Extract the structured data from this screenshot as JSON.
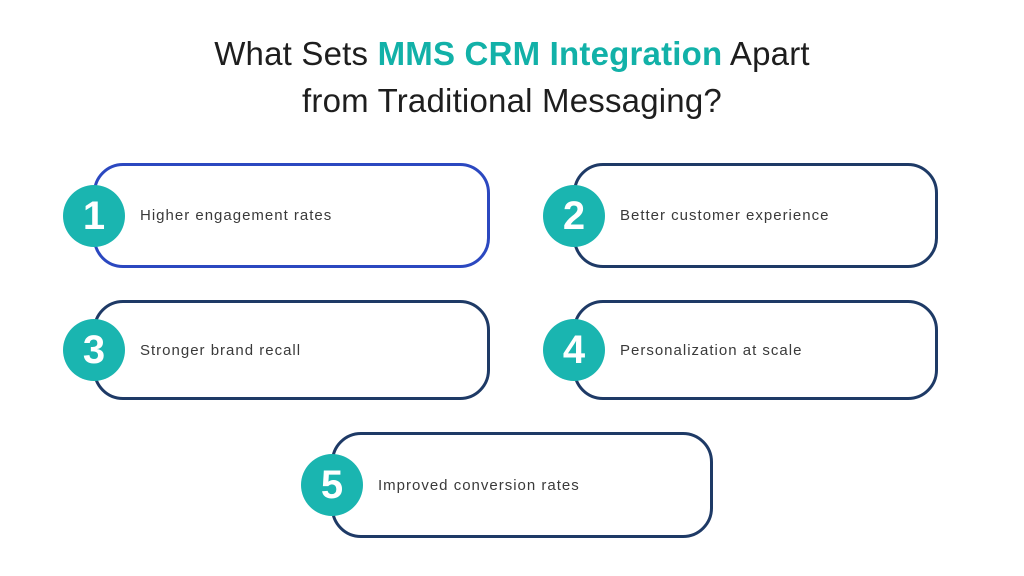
{
  "title": {
    "line1_prefix": "What Sets ",
    "line1_highlight": "MMS CRM Integration",
    "line1_suffix": " Apart",
    "line2": "from Traditional Messaging?"
  },
  "colors": {
    "highlight_teal": "#12b1a8",
    "badge_teal": "#1ab5b0",
    "card_border_navy": "#1e3a66",
    "card_border_blue_first": "#2b48c0",
    "title_text": "#1e1e1e",
    "label_text": "#3a3a3a",
    "background": "#ffffff"
  },
  "cards": [
    {
      "number": "1",
      "label": "Higher engagement rates"
    },
    {
      "number": "2",
      "label": "Better customer experience"
    },
    {
      "number": "3",
      "label": "Stronger brand recall"
    },
    {
      "number": "4",
      "label": "Personalization at scale"
    },
    {
      "number": "5",
      "label": "Improved conversion rates"
    }
  ]
}
